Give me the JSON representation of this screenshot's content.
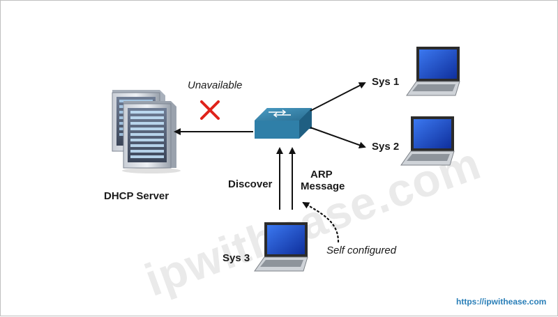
{
  "labels": {
    "dhcp_server": "DHCP Server",
    "unavailable": "Unavailable",
    "sys1": "Sys 1",
    "sys2": "Sys 2",
    "sys3": "Sys 3",
    "discover": "Discover",
    "arp_line1": "ARP",
    "arp_line2": "Message",
    "self_configured": "Self configured"
  },
  "watermark": "ipwithease.com",
  "footer_url": "https://ipwithease.com",
  "icons": {
    "server": "server-rack-icon",
    "switch": "network-switch-icon",
    "laptop": "laptop-icon",
    "failure": "red-x-icon"
  },
  "colors": {
    "switch_top": "#2f7fa8",
    "switch_side": "#1f5f82",
    "failure_x": "#e0231b",
    "screen": "#1e4fd0",
    "url": "#2a7fb8"
  }
}
